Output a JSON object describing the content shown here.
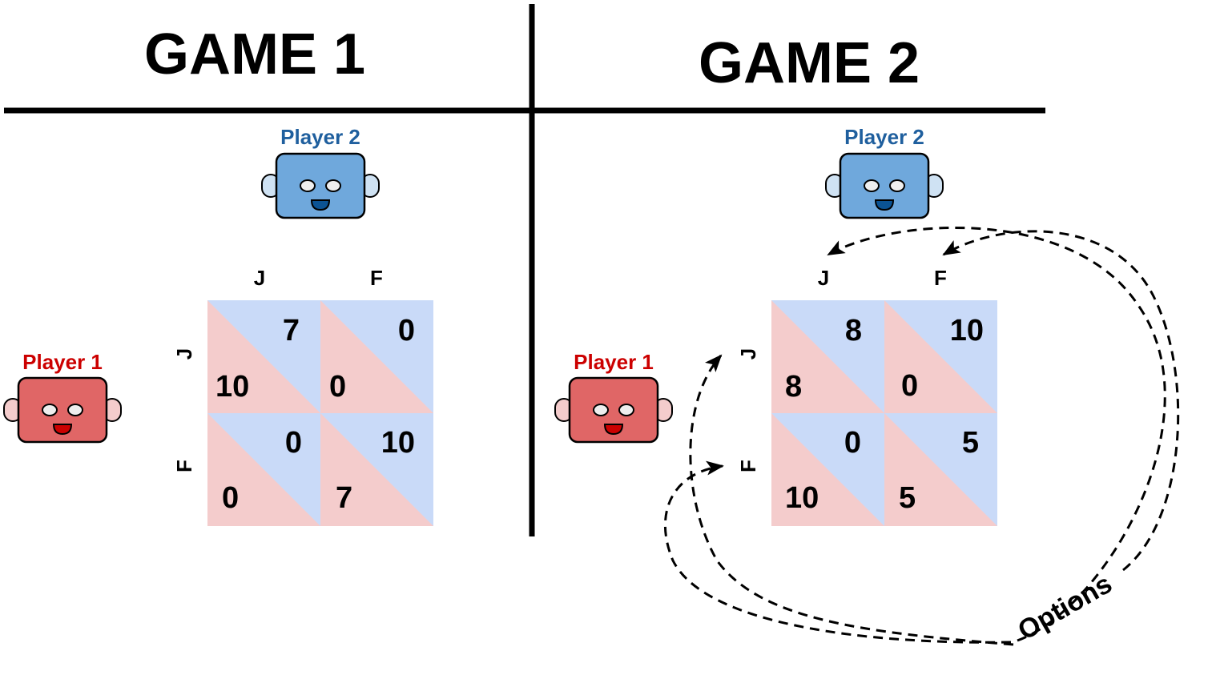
{
  "colors": {
    "player1": "#cc0000",
    "player2": "#1f5f9e",
    "p1_face": "#e06666",
    "p1_ear": "#f4cccc",
    "p1_mouth": "#cc0000",
    "p2_face": "#6fa8dc",
    "p2_ear": "#cfe2f3",
    "p2_mouth": "#0b5394",
    "cell_pink": "#f4cccc",
    "cell_blue": "#c9daf8"
  },
  "game1": {
    "title": "GAME 1",
    "player1_label": "Player 1",
    "player2_label": "Player 2",
    "col_labels": [
      "J",
      "F"
    ],
    "row_labels": [
      "J",
      "F"
    ],
    "cells": [
      [
        {
          "p2": "7",
          "p1": "10"
        },
        {
          "p2": "0",
          "p1": "0"
        }
      ],
      [
        {
          "p2": "0",
          "p1": "0"
        },
        {
          "p2": "10",
          "p1": "7"
        }
      ]
    ]
  },
  "game2": {
    "title": "GAME 2",
    "player1_label": "Player 1",
    "player2_label": "Player 2",
    "col_labels": [
      "J",
      "F"
    ],
    "row_labels": [
      "J",
      "F"
    ],
    "cells": [
      [
        {
          "p2": "8",
          "p1": "8"
        },
        {
          "p2": "10",
          "p1": "0"
        }
      ],
      [
        {
          "p2": "0",
          "p1": "10"
        },
        {
          "p2": "5",
          "p1": "5"
        }
      ]
    ],
    "options_label": "Options"
  }
}
